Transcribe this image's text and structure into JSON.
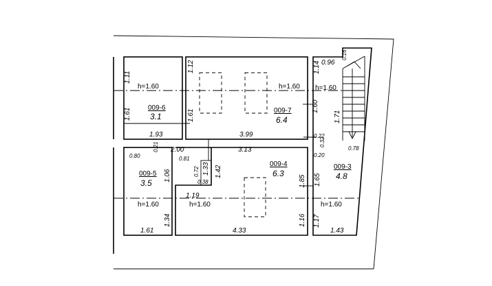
{
  "rooms": [
    {
      "id": "009-6",
      "area": "3.1"
    },
    {
      "id": "009-7",
      "area": "6.4"
    },
    {
      "id": "009-4",
      "area": "6.3"
    },
    {
      "id": "009-5",
      "area": "3.5"
    },
    {
      "id": "009-3",
      "area": "4.8"
    }
  ],
  "heights": {
    "h1": "h=1.60",
    "h2": "h=1.60",
    "h3": "h=1.60",
    "h4": "h=1.60",
    "h5": "h=1.60",
    "h6": "h=1.60"
  },
  "dims": {
    "d_111": "1.11",
    "d_161a": "1.61",
    "d_193": "1.93",
    "d_112": "1.12",
    "d_161b": "1.61",
    "d_399": "3.99",
    "d_114": "1.14",
    "d_096": "0.96",
    "d_016": "0.16",
    "d_160": "1.60",
    "d_171": "1.71",
    "d_078": "0.78",
    "d_022": "0.22",
    "d_032": "0.32",
    "d_020": "0.20",
    "d_021": "0.21",
    "d_200": "2.00",
    "d_313": "3.13",
    "d_080": "0.80",
    "d_081": "0.81",
    "d_133": "1.33",
    "d_072": "0.72",
    "d_038": "0.38",
    "d_142": "1.42",
    "d_106": "1.06",
    "d_185": "1.85",
    "d_165": "1.65",
    "d_119": "1.19",
    "d_134": "1.34",
    "d_116": "1.16",
    "d_117": "1.17",
    "d_161c": "1.61",
    "d_433": "4.33",
    "d_143": "1.43"
  }
}
